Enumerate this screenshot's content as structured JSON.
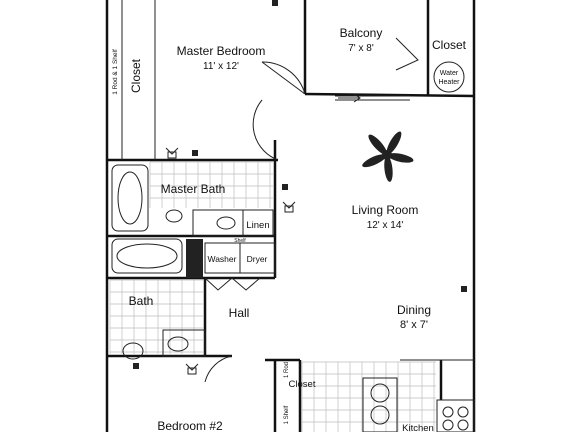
{
  "rooms": {
    "master_bedroom": {
      "name": "Master Bedroom",
      "size": "11' x 12'"
    },
    "balcony": {
      "name": "Balcony",
      "size": "7' x 8'"
    },
    "closet_top": {
      "name": "Closet"
    },
    "water_heater": {
      "line1": "Water",
      "line2": "Heater"
    },
    "master_closet": {
      "name": "Closet",
      "note": "1 Rod & 1 Shelf"
    },
    "living_room": {
      "name": "Living Room",
      "size": "12' x 14'"
    },
    "master_bath": {
      "name": "Master Bath"
    },
    "linen": {
      "name": "Linen"
    },
    "bath": {
      "name": "Bath"
    },
    "washer": {
      "name": "Washer"
    },
    "dryer": {
      "name": "Dryer"
    },
    "shelf_note": "Shelf",
    "hall": {
      "name": "Hall"
    },
    "dining": {
      "name": "Dining",
      "size": "8' x 7'"
    },
    "hall_closet": {
      "name": "Closet",
      "rod_note": "1 Rod",
      "shelf_note": "1 Shelf"
    },
    "bedroom2": {
      "name": "Bedroom #2"
    },
    "kitchen": {
      "name": "Kitchen"
    }
  }
}
